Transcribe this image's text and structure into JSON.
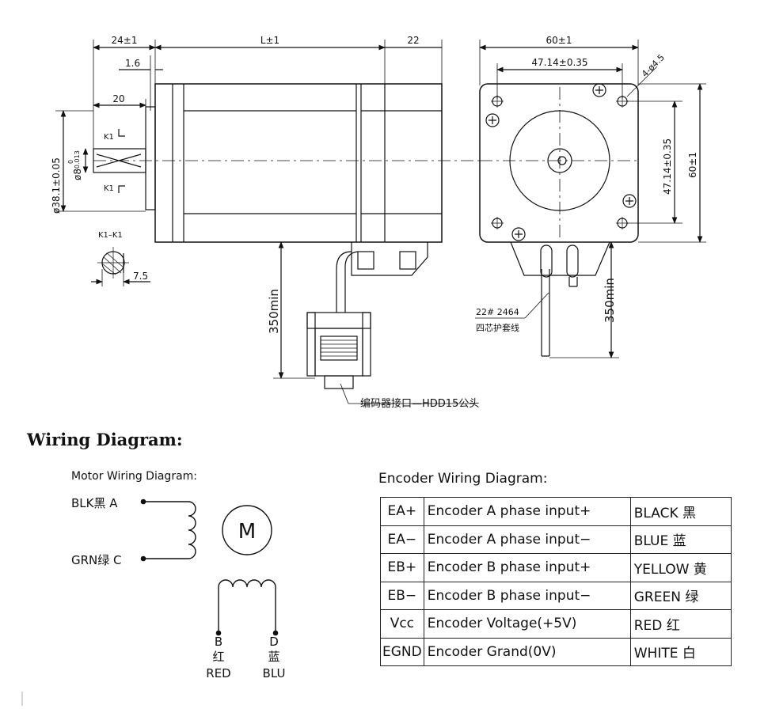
{
  "dimensions": {
    "shaft_length": "24±1",
    "body_length": "L±1",
    "encoder_length": "22",
    "flange_thickness": "1.6",
    "key_length": "20",
    "key_mark_top": "K1",
    "key_mark_bottom": "K1",
    "pilot_diameter": "ø38.1±0.05",
    "shaft_diameter": "ø8",
    "shaft_tol_upper": "0",
    "shaft_tol_lower": "-0.013",
    "section_label": "K1–K1",
    "flat_depth": "7.5",
    "cable_length_left": "350min",
    "connector_label": "编码器接口—HDD15公头",
    "frame_width": "60±1",
    "hole_spacing_h": "47.14±0.35",
    "mount_holes": "4-ø4.5",
    "hole_spacing_v": "47.14±0.35",
    "frame_height": "60±1",
    "wire_spec": "22# 2464",
    "wire_desc": "四芯护套线",
    "cable_length_right": "350min"
  },
  "wiring": {
    "title": "Wiring Diagram:",
    "motor_title": "Motor Wiring Diagram:",
    "blk": "BLK黑 A",
    "grn": "GRN绿 C",
    "motor_symbol": "M",
    "b_letter": "B",
    "b_cn": "红",
    "b_en": "RED",
    "d_letter": "D",
    "d_cn": "蓝",
    "d_en": "BLU",
    "encoder_title": "Encoder Wiring Diagram:",
    "encoder_rows": [
      {
        "code": "EA+",
        "desc": "Encoder A phase input+",
        "color": "BLACK 黑"
      },
      {
        "code": "EA−",
        "desc": "Encoder A phase input−",
        "color": "BLUE 蓝"
      },
      {
        "code": "EB+",
        "desc": "Encoder B phase input+",
        "color": "YELLOW 黄"
      },
      {
        "code": "EB−",
        "desc": "Encoder B phase input−",
        "color": "GREEN 绿"
      },
      {
        "code": "Vcc",
        "desc": "Encoder Voltage(+5V)",
        "color": "RED 红"
      },
      {
        "code": "EGND",
        "desc": "Encoder Grand(0V)",
        "color": "WHITE 白"
      }
    ]
  }
}
